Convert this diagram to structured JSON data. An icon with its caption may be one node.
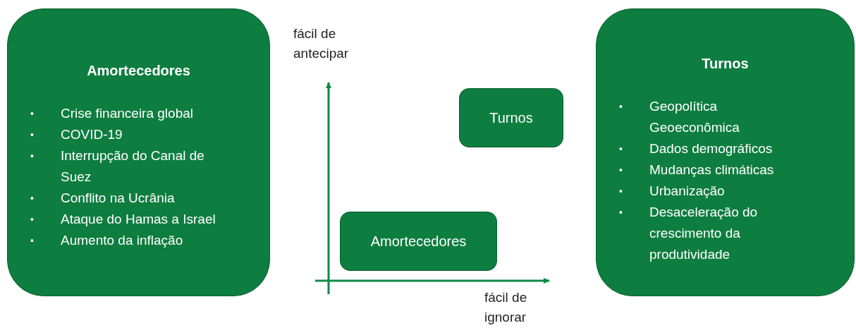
{
  "diagram": {
    "nodes": [
      {
        "text": [
          "Amortecedores",
          "•",
          "Crise financeira global",
          "•",
          "COVID-19",
          "•",
          "Interrupção do Canal de Suez",
          "•",
          "Conflito na Ucrânia",
          "•",
          "Ataque do Hamas a Israel",
          "•",
          "Aumento da inflação"
        ]
      },
      {
        "text": [
          "Turnos"
        ]
      },
      {
        "text": [
          "Amortecedores"
        ]
      },
      {
        "text": [
          "Turnos",
          "•",
          "Geopolítica Geoeconômica",
          "•",
          "Dados demográficos",
          "•",
          "Mudanças climáticas",
          "•",
          "Urbanização",
          "•",
          "Desaceleração do crescimento da produtividade"
        ]
      }
    ],
    "labels": [
      "fácil de antecipar",
      "fácil de ignorar"
    ]
  }
}
